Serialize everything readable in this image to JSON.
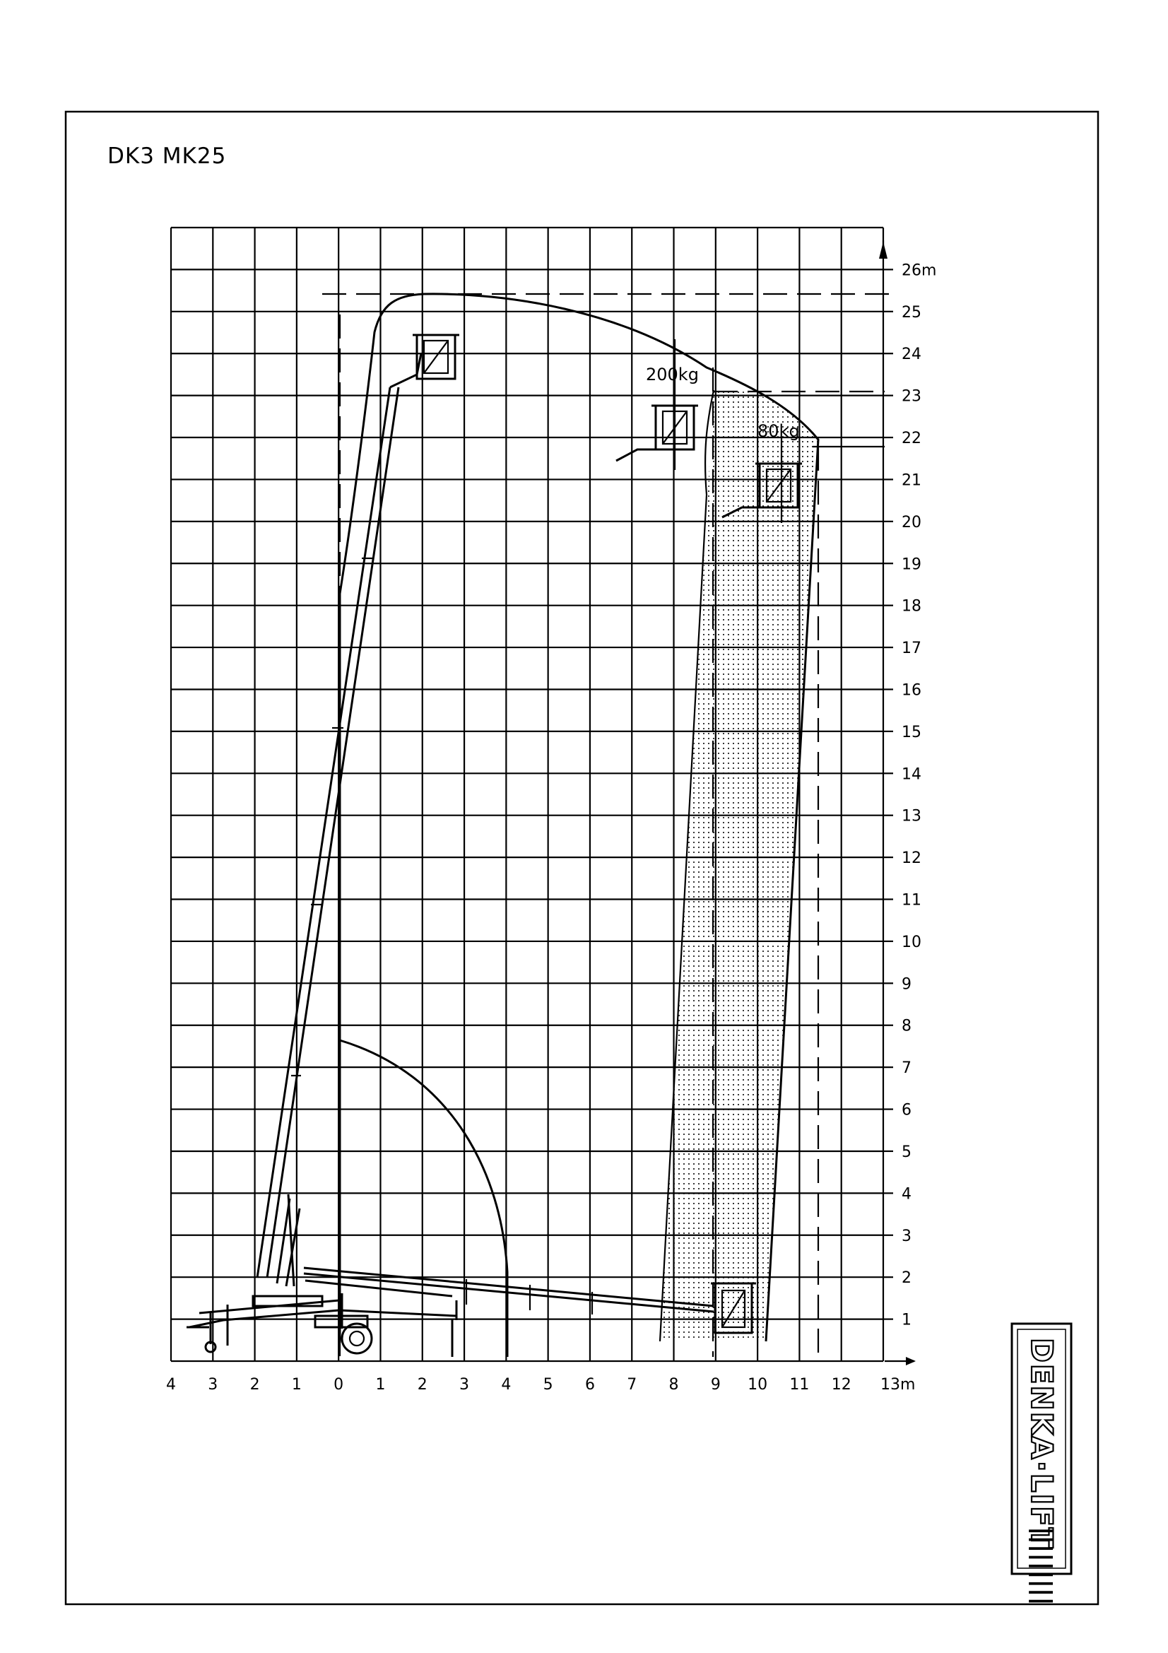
{
  "title": "DK3  MK25",
  "x_ticks": [
    "4",
    "3",
    "2",
    "1",
    "0",
    "1",
    "2",
    "3",
    "4",
    "5",
    "6",
    "7",
    "8",
    "9",
    "10",
    "11",
    "12",
    "13m"
  ],
  "y_ticks": [
    "1",
    "2",
    "3",
    "4",
    "5",
    "6",
    "7",
    "8",
    "9",
    "10",
    "11",
    "12",
    "13",
    "14",
    "15",
    "16",
    "17",
    "18",
    "19",
    "20",
    "21",
    "22",
    "23",
    "24",
    "25",
    "26m"
  ],
  "load_labels": {
    "main": "200kg",
    "secondary": "80kg"
  },
  "brand": {
    "name": "DENKA·LIFT",
    "mark": "|||||||||"
  },
  "work_envelope": {
    "max_height_m": 25.4,
    "height_200kg_m": 23.1,
    "height_80kg_m": 22.0,
    "outreach_200kg_m": 8.8,
    "outreach_80kg_m": 11.2
  }
}
